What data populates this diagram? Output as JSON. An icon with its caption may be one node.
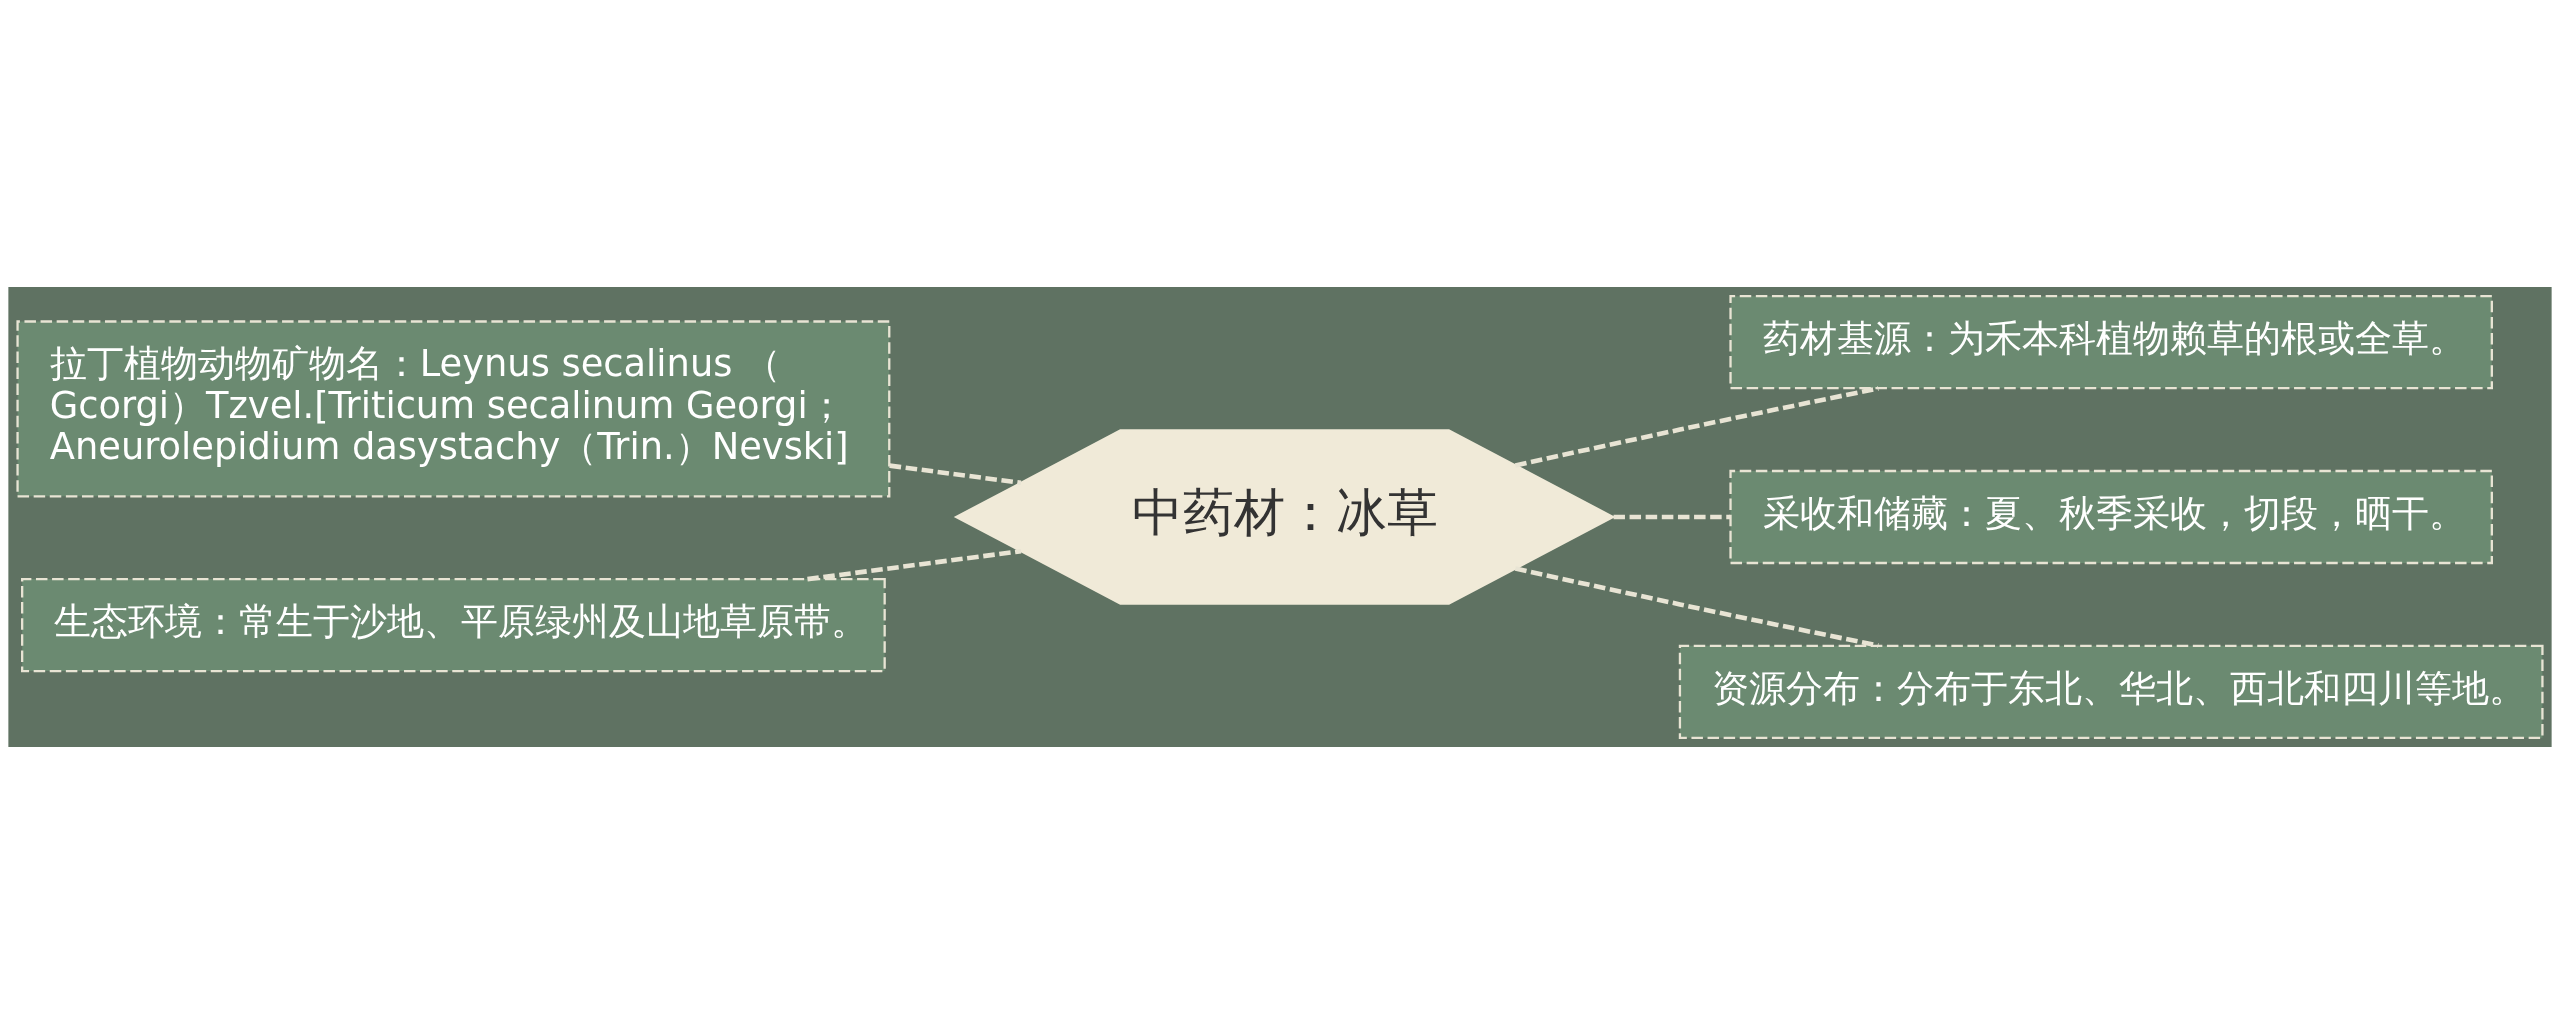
{
  "diagram": {
    "nodes": [
      {
        "text": [
          "拉丁植物动物矿物名：Leynus secalinus （Gcorgi）Tzvel.[Triticum secalinum Georgi； Aneurolepidium dasystachy（Trin.）Nevski]"
        ]
      },
      {
        "text": [
          "生态环境：常生于沙地、平原绿州及山地草原带。"
        ]
      },
      {
        "text": [
          "中药材：冰草"
        ]
      },
      {
        "text": [
          "药材基源：为禾本科植物赖草的根或全草。"
        ]
      },
      {
        "text": [
          "采收和储藏：夏、秋季采收，切段，晒干。"
        ]
      },
      {
        "text": [
          "资源分布：分布于东北、华北、西北和四川等地。"
        ]
      }
    ],
    "edges": [
      {
        "from": 0,
        "to": 2,
        "arrow": "none",
        "style": "dashed"
      },
      {
        "from": 1,
        "to": 2,
        "arrow": "none",
        "style": "dashed"
      },
      {
        "from": 2,
        "to": 3,
        "arrow": "none",
        "style": "dashed"
      },
      {
        "from": 2,
        "to": 4,
        "arrow": "none",
        "style": "dashed"
      },
      {
        "from": 2,
        "to": 5,
        "arrow": "none",
        "style": "dashed"
      }
    ]
  }
}
